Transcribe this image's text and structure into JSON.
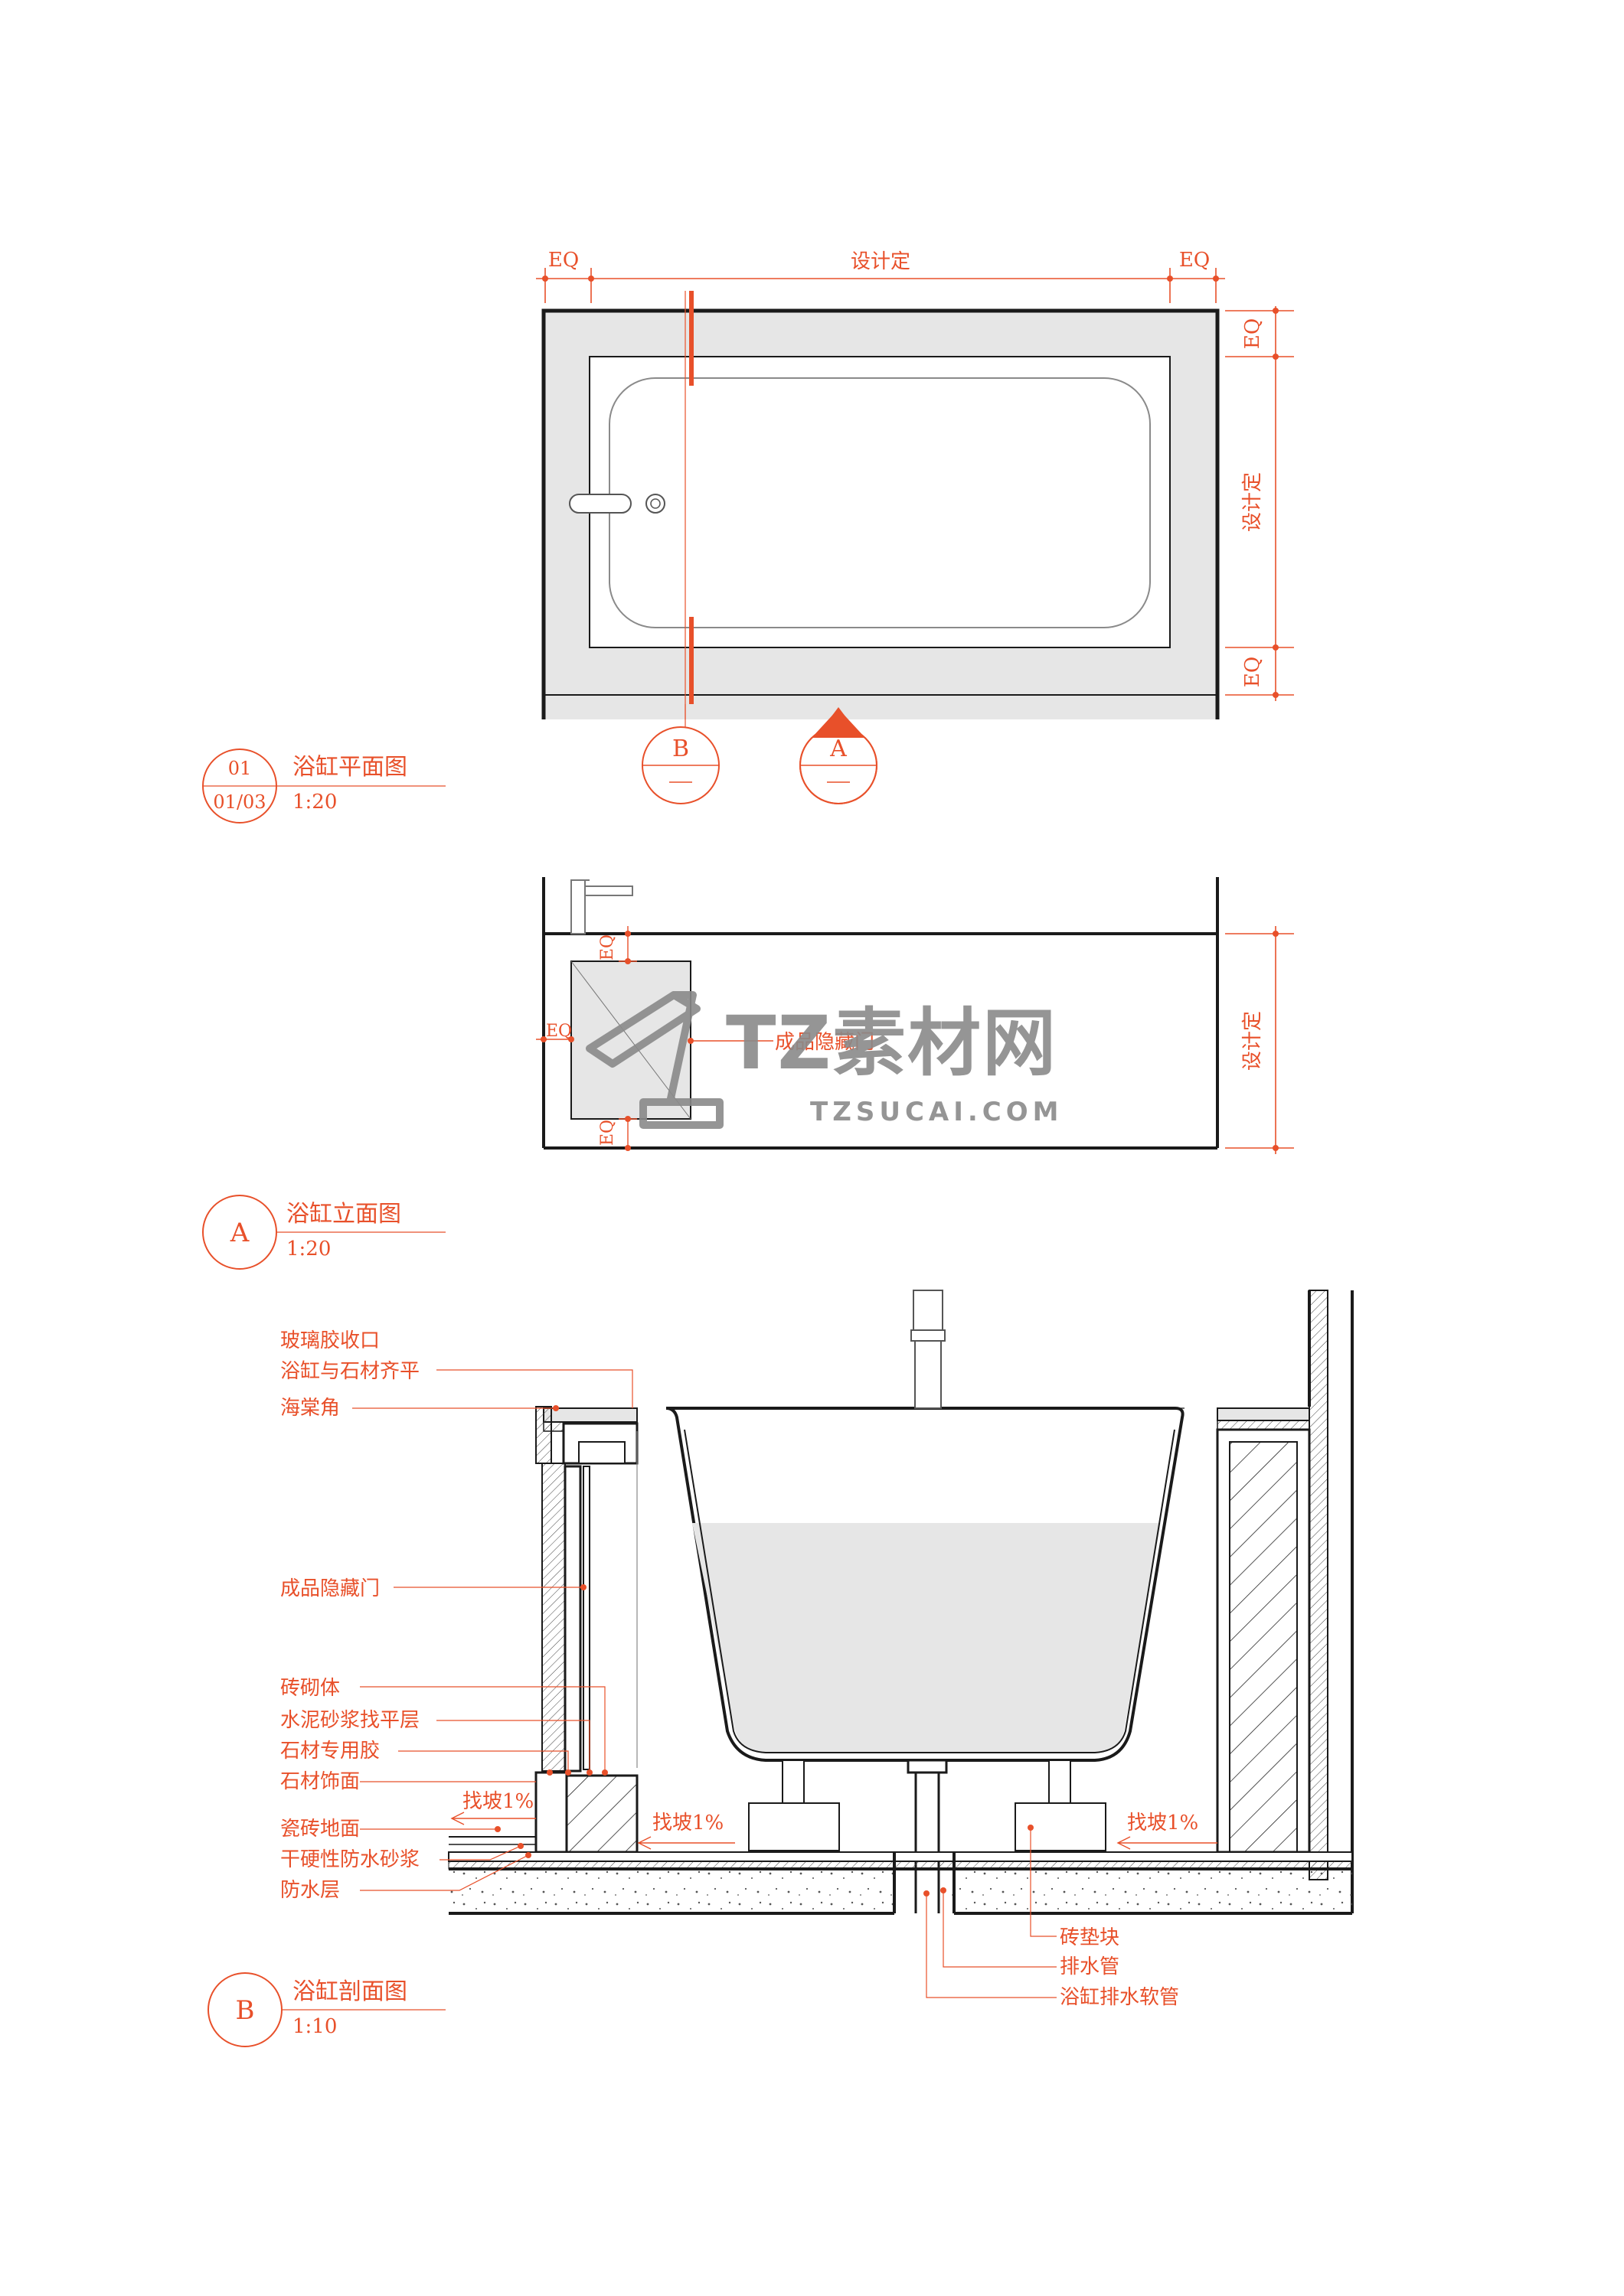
{
  "plan": {
    "dim_top_left": "EQ",
    "dim_top_mid": "设计定",
    "dim_top_right": "EQ",
    "dim_right_top": "EQ",
    "dim_right_mid": "设计定",
    "dim_right_bottom": "EQ",
    "section_marker_b": "B",
    "section_marker_a": "A",
    "title_number": "01",
    "title_ref": "01/03",
    "title": "浴缸平面图",
    "scale": "1:20"
  },
  "elevation": {
    "dim_eq_top": "EQ",
    "dim_eq_left": "EQ",
    "dim_eq_bottom": "EQ",
    "dim_right": "设计定",
    "label_hidden_door": "成品隐藏门",
    "title_mark": "A",
    "title": "浴缸立面图",
    "scale": "1:20"
  },
  "section": {
    "labels_left": [
      "玻璃胶收口",
      "浴缸与石材齐平",
      "海棠角",
      "成品隐藏门",
      "砖砌体",
      "水泥砂浆找平层",
      "石材专用胶",
      "石材饰面",
      "瓷砖地面",
      "干硬性防水砂浆",
      "防水层"
    ],
    "slope_left": "找坡1%",
    "slope_mid": "找坡1%",
    "slope_right": "找坡1%",
    "labels_bottom": [
      "砖垫块",
      "排水管",
      "浴缸排水软管"
    ],
    "title_mark": "B",
    "title": "浴缸剖面图",
    "scale": "1:10"
  },
  "watermark": {
    "logo": "TZ素材网",
    "url": "TZSUCAI.COM"
  },
  "colors": {
    "accent": "#e8502a",
    "line": "#1a1a1a",
    "fill": "#e6e6e6"
  }
}
